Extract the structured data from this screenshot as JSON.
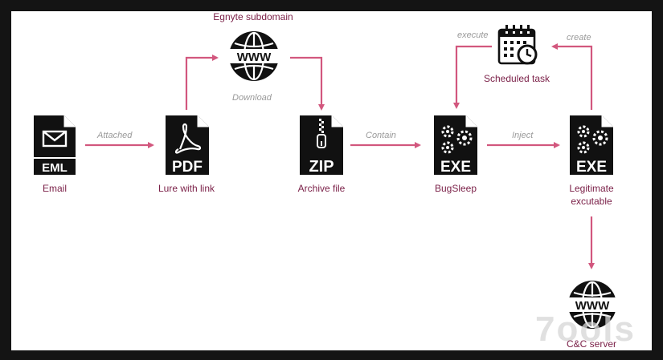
{
  "colors": {
    "arrow": "#d2577e",
    "label": "#7a1f47",
    "edge_label": "#9a9a9a",
    "icon": "#111111"
  },
  "nodes": {
    "email": {
      "label": "Email",
      "badge": "EML",
      "icon": "eml-file-icon"
    },
    "lure": {
      "label": "Lure with link",
      "badge": "PDF",
      "icon": "pdf-file-icon"
    },
    "archive": {
      "label": "Archive file",
      "badge": "ZIP",
      "icon": "zip-file-icon"
    },
    "bugsleep": {
      "label": "BugSleep",
      "badge": "EXE",
      "icon": "exe-file-icon"
    },
    "legit": {
      "label_line1": "Legitimate",
      "label_line2": "excutable",
      "badge": "EXE",
      "icon": "exe-file-icon"
    },
    "egnyte": {
      "label": "Egnyte subdomain",
      "badge": "WWW",
      "icon": "www-globe-icon"
    },
    "task": {
      "label": "Scheduled task",
      "icon": "calendar-clock-icon"
    },
    "cc": {
      "label": "C&C server",
      "badge": "WWW",
      "icon": "www-globe-icon"
    }
  },
  "edges": {
    "attached": "Attached",
    "download": "Download",
    "contain": "Contain",
    "inject": "Inject",
    "execute": "execute",
    "create": "create"
  },
  "watermark": "7ools"
}
